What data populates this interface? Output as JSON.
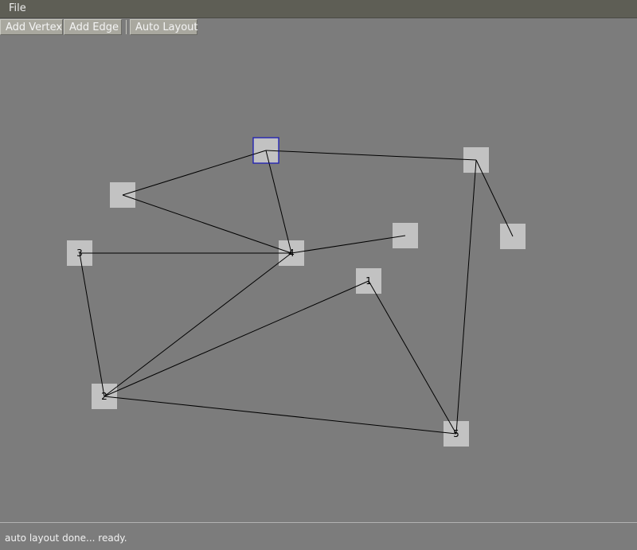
{
  "menu": {
    "file_label": "File"
  },
  "toolbar": {
    "add_vertex_label": "Add Vertex",
    "add_edge_label": "Add Edge",
    "auto_layout_label": "Auto Layout"
  },
  "graph": {
    "selection_color": "#1c1cb4",
    "vertices": [
      {
        "id": "vertex-top",
        "label": "",
        "selected": true
      },
      {
        "id": "vertex-top-right",
        "label": "",
        "selected": false
      },
      {
        "id": "vertex-left",
        "label": "",
        "selected": false
      },
      {
        "id": "vertex-3",
        "label": "3",
        "selected": false
      },
      {
        "id": "vertex-4",
        "label": "4",
        "selected": false
      },
      {
        "id": "vertex-mid-right",
        "label": "",
        "selected": false
      },
      {
        "id": "vertex-far-right",
        "label": "",
        "selected": false
      },
      {
        "id": "vertex-1",
        "label": "1",
        "selected": false
      },
      {
        "id": "vertex-2",
        "label": "2",
        "selected": false
      },
      {
        "id": "vertex-5",
        "label": "5",
        "selected": false
      }
    ],
    "edges": [
      [
        "vertex-top",
        "vertex-top-right"
      ],
      [
        "vertex-top",
        "vertex-left"
      ],
      [
        "vertex-top",
        "vertex-4"
      ],
      [
        "vertex-left",
        "vertex-4"
      ],
      [
        "vertex-3",
        "vertex-4"
      ],
      [
        "vertex-4",
        "vertex-mid-right"
      ],
      [
        "vertex-top-right",
        "vertex-far-right"
      ],
      [
        "vertex-top-right",
        "vertex-5"
      ],
      [
        "vertex-3",
        "vertex-2"
      ],
      [
        "vertex-4",
        "vertex-2"
      ],
      [
        "vertex-1",
        "vertex-2"
      ],
      [
        "vertex-1",
        "vertex-5"
      ],
      [
        "vertex-2",
        "vertex-5"
      ]
    ]
  },
  "status": {
    "text": "auto layout done... ready."
  }
}
